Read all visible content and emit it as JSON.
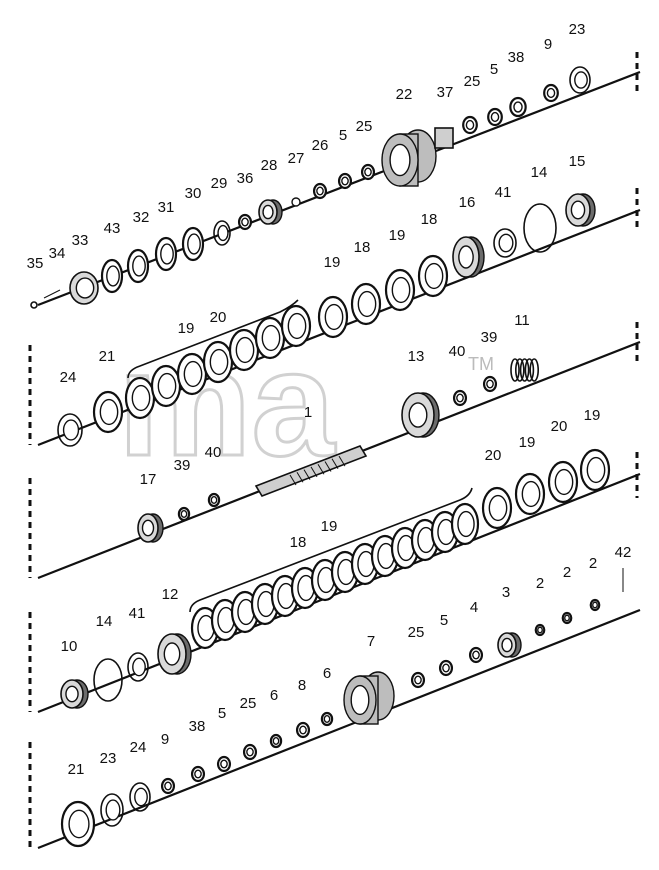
{
  "watermark": {
    "text": "ma",
    "tm": "TM"
  },
  "callouts": {
    "r1": [
      "22",
      "37",
      "25",
      "5",
      "38",
      "9",
      "23"
    ],
    "r2": [
      "35",
      "34",
      "33",
      "43",
      "32",
      "31",
      "30",
      "29",
      "36",
      "28",
      "27",
      "26",
      "5",
      "25",
      "16",
      "41",
      "14",
      "15"
    ],
    "r3": [
      "24",
      "21",
      "19",
      "20",
      "19",
      "18",
      "19",
      "18",
      "13",
      "40",
      "39",
      "11"
    ],
    "r4": [
      "1",
      "17",
      "39",
      "40",
      "20",
      "19",
      "20",
      "19",
      "18",
      "19"
    ],
    "r5": [
      "10",
      "14",
      "41",
      "12",
      "25",
      "5",
      "4",
      "3",
      "2",
      "2",
      "2",
      "42"
    ],
    "r6": [
      "21",
      "23",
      "24",
      "9",
      "38",
      "5",
      "25",
      "6",
      "8",
      "6",
      "7"
    ]
  }
}
